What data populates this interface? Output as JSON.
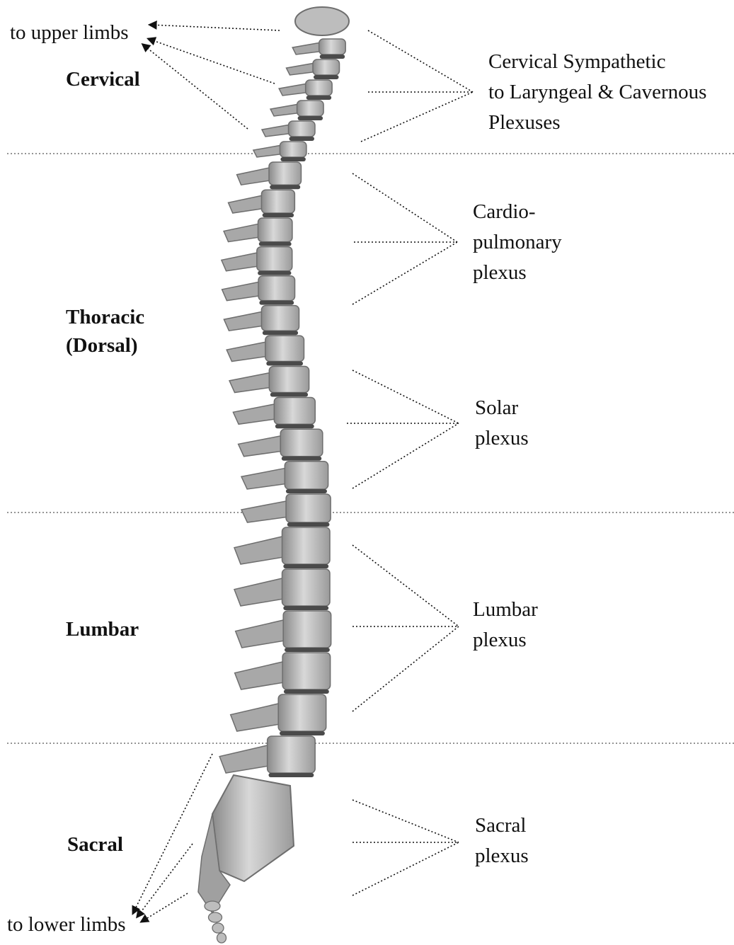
{
  "regions": {
    "cervical": "Cervical",
    "thoracic_line1": "Thoracic",
    "thoracic_line2": "(Dorsal)",
    "lumbar": "Lumbar",
    "sacral": "Sacral"
  },
  "limbs": {
    "upper": "to upper limbs",
    "lower": "to lower limbs"
  },
  "plexuses": {
    "cervical": [
      "Cervical Sympathetic",
      "to Laryngeal & Cavernous",
      "Plexuses"
    ],
    "cardiopulmonary": [
      "Cardio-",
      "pulmonary",
      "plexus"
    ],
    "solar": [
      "Solar",
      "plexus"
    ],
    "lumbar": [
      "Lumbar",
      "plexus"
    ],
    "sacral": [
      "Sacral",
      "plexus"
    ]
  },
  "colors": {
    "text": "#111111",
    "divider": "#555555",
    "bone": "#bdbdbd",
    "bone_dark": "#6e6e6e"
  }
}
